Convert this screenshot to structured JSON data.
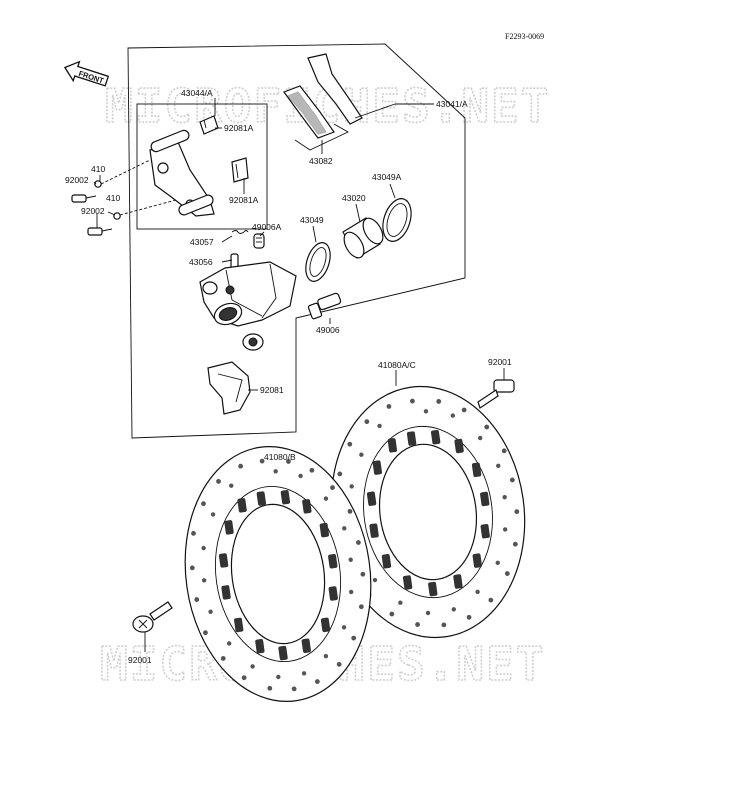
{
  "figure_code": "F2293-0069",
  "front_badge": "FRONT",
  "watermark": "MICROFICHES.NET",
  "parts": {
    "caliper_assembly": "43041/A",
    "bracket_assembly": "43044/A",
    "bracket_clip_upper": "92081A",
    "bracket_clip_lower": "92081A",
    "pad_set": "43082",
    "washer_upper": "410",
    "bolt_upper": "92002",
    "washer_lower": "410",
    "bolt_lower": "92002",
    "piston_seal": "43049A",
    "piston": "43020",
    "dust_seal": "43049",
    "bleed_cap": "49006A",
    "spring": "43057",
    "bleed_valve": "43056",
    "banjo_bolt": "49006",
    "pad_spring": "92081",
    "disc_right": "41080A/C",
    "disc_left": "41080/B",
    "disc_bolt_right": "92001",
    "disc_bolt_left": "92001"
  }
}
